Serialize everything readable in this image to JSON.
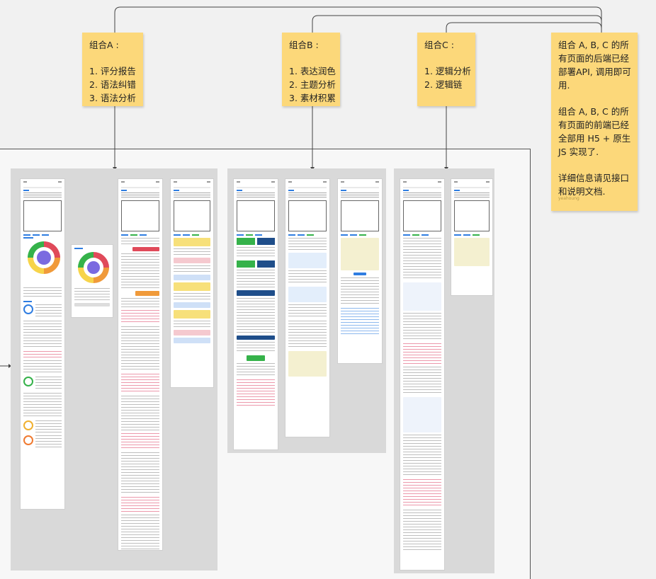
{
  "notes": {
    "group_a": {
      "title": "组合A :",
      "items": [
        "1. 评分报告",
        "2. 语法纠错",
        "3. 语法分析"
      ]
    },
    "group_b": {
      "title": "组合B :",
      "items": [
        "1. 表达润色",
        "2. 主题分析",
        "3. 素材积累"
      ]
    },
    "group_c": {
      "title": "组合C :",
      "items": [
        "1. 逻辑分析",
        "2. 逻辑链"
      ]
    },
    "info": {
      "para1": [
        "组合 A, B, C 的所",
        "有页面的后端已经",
        "部署API, 调用即可",
        "用."
      ],
      "para2": [
        "组合 A, B, C 的所",
        "有页面的前端已经",
        "全部用 H5 + 原生",
        "JS 实现了."
      ],
      "para3": [
        "详细信息请见接口",
        "和说明文档."
      ],
      "author": "yeahoung"
    }
  },
  "colors": {
    "note": "#fcd87a",
    "panel": "#d9d9d9",
    "link_blue": "#2f7de1",
    "tab_green": "#35b24a",
    "error_red": "#e04a5a",
    "highlight_yellow": "#f7e07a"
  }
}
